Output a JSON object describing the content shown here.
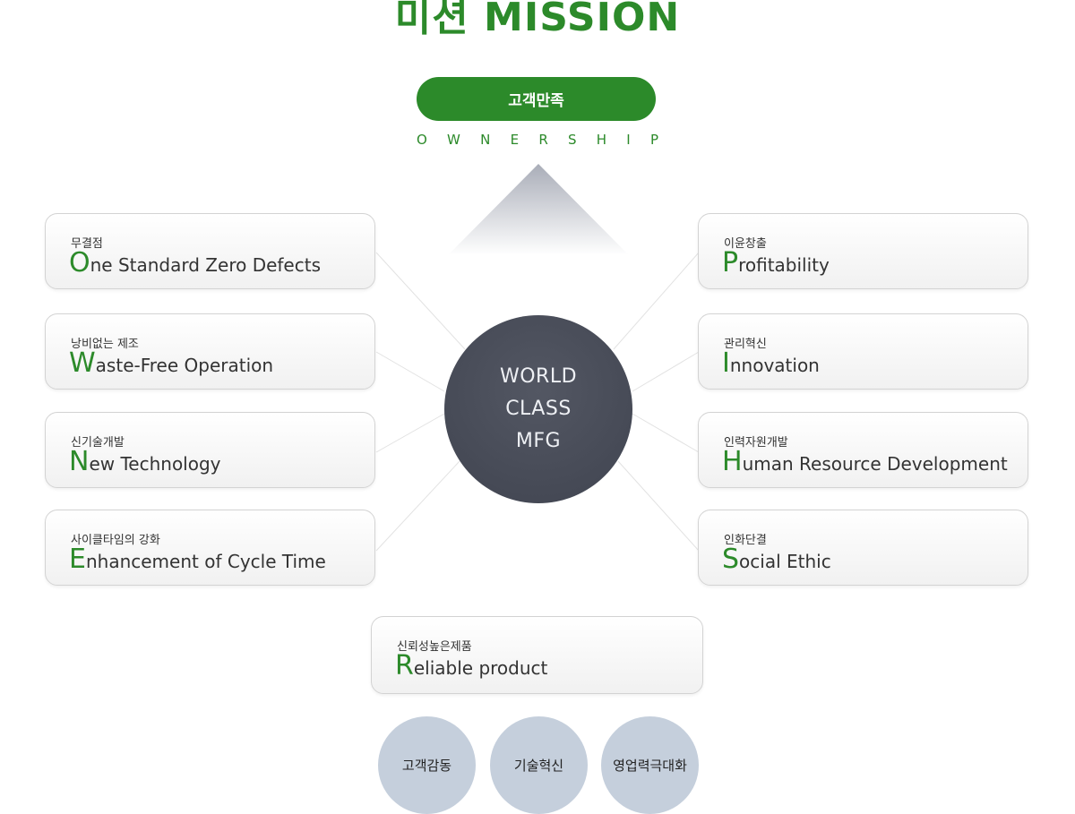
{
  "title": "미션 MISSION",
  "top": {
    "pill_label": "고객만족",
    "ownership_letters": [
      "O",
      "W",
      "N",
      "E",
      "R",
      "S",
      "H",
      "I",
      "P"
    ]
  },
  "center": {
    "lines": [
      "WORLD",
      "CLASS",
      "MFG"
    ]
  },
  "left_items": [
    {
      "ko": "무결점",
      "initial": "O",
      "rest": "ne Standard Zero Defects"
    },
    {
      "ko": "낭비없는 제조",
      "initial": "W",
      "rest": "aste-Free Operation"
    },
    {
      "ko": "신기술개발",
      "initial": "N",
      "rest": "ew Technology"
    },
    {
      "ko": "사이클타임의 강화",
      "initial": "E",
      "rest": "nhancement of Cycle Time"
    }
  ],
  "right_items": [
    {
      "ko": "이윤창출",
      "initial": "P",
      "rest": "rofitability"
    },
    {
      "ko": "관리혁신",
      "initial": "I",
      "rest": "nnovation"
    },
    {
      "ko": "인력자원개발",
      "initial": "H",
      "rest": "uman Resource Development"
    },
    {
      "ko": "인화단결",
      "initial": "S",
      "rest": "ocial Ethic"
    }
  ],
  "bottom_item": {
    "ko": "신뢰성높은제품",
    "initial": "R",
    "rest": "eliable product"
  },
  "values": [
    "고객감동",
    "기술혁신",
    "영업력극대화"
  ],
  "colors": {
    "accent": "#2c8a2a",
    "center": "#4a4e5a",
    "value_circle": "#c5cfdc"
  }
}
